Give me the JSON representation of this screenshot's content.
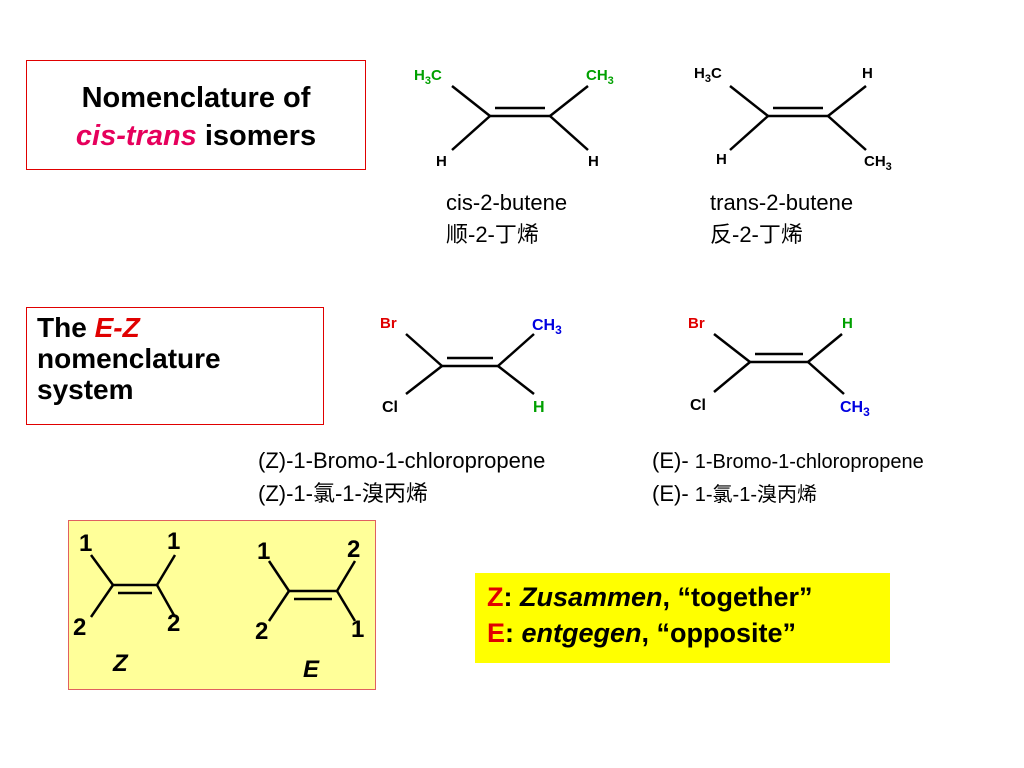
{
  "title_box": {
    "line1": "Nomenclature of",
    "italic": "cis-trans",
    "rest": " isomers"
  },
  "ez_box": {
    "the": "The ",
    "ez": "E-Z",
    "line2": "nomenclature",
    "line3": "system"
  },
  "cis": {
    "tl": "H3C",
    "tr": "CH3",
    "bl": "H",
    "br": "H",
    "name_en": "cis-2-butene",
    "name_zh": "顺-2-丁烯"
  },
  "trans": {
    "tl": "H3C",
    "tr": "H",
    "bl": "H",
    "br": "CH3",
    "name_en": "trans-2-butene",
    "name_zh": "反-2-丁烯"
  },
  "z_mol": {
    "tl": "Br",
    "tr": "CH3",
    "bl": "Cl",
    "br": "H",
    "name_en": "(Z)-1-Bromo-1-chloropropene",
    "name_zh": "(Z)-1-氯-1-溴丙烯"
  },
  "e_mol": {
    "tl": "Br",
    "tr": "H",
    "bl": "Cl",
    "br": "CH3",
    "name_prefix": "(E)- ",
    "name_en": "1-Bromo-1-chloropropene",
    "name_zh_prefix": "(E)- ",
    "name_zh": "1-氯-1-溴丙烯"
  },
  "priority_demo": {
    "z": {
      "tl": "1",
      "tr": "1",
      "bl": "2",
      "br": "2",
      "label": "Z"
    },
    "e": {
      "tl": "1",
      "tr": "2",
      "bl": "2",
      "br": "1",
      "label": "E"
    }
  },
  "definition": {
    "z_letter": "Z",
    "z_word": "Zusammen",
    "z_meaning": ", “together”",
    "e_letter": "E",
    "e_word": "entgegen",
    "e_meaning": ", “opposite”"
  },
  "colors": {
    "green": "#00a000",
    "red": "#e00000",
    "blue": "#0000e0",
    "pink": "#e6005c"
  }
}
